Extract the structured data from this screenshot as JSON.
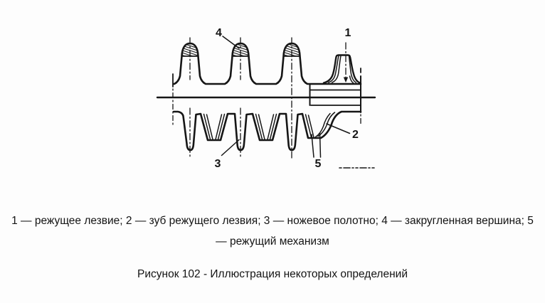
{
  "figure": {
    "caption": "Рисунок 102 - Иллюстрация некоторых определений"
  },
  "legend": {
    "line1": "1 — режущее лезвие; 2 — зуб режущего лезвия; 3 — ножевое полотно; 4 — закругленная вершина; 5",
    "line2": "— режущий механизм",
    "items": [
      {
        "num": "1",
        "label": "режущее лезвие"
      },
      {
        "num": "2",
        "label": "зуб режущего лезвия"
      },
      {
        "num": "3",
        "label": "ножевое полотно"
      },
      {
        "num": "4",
        "label": "закругленная вершина"
      },
      {
        "num": "5",
        "label": "режущий механизм"
      }
    ]
  },
  "diagram": {
    "callouts": {
      "c1": "1",
      "c2": "2",
      "c3": "3",
      "c4": "4",
      "c5": "5"
    },
    "colors": {
      "ink": "#161616",
      "background": "#ffffff"
    }
  }
}
